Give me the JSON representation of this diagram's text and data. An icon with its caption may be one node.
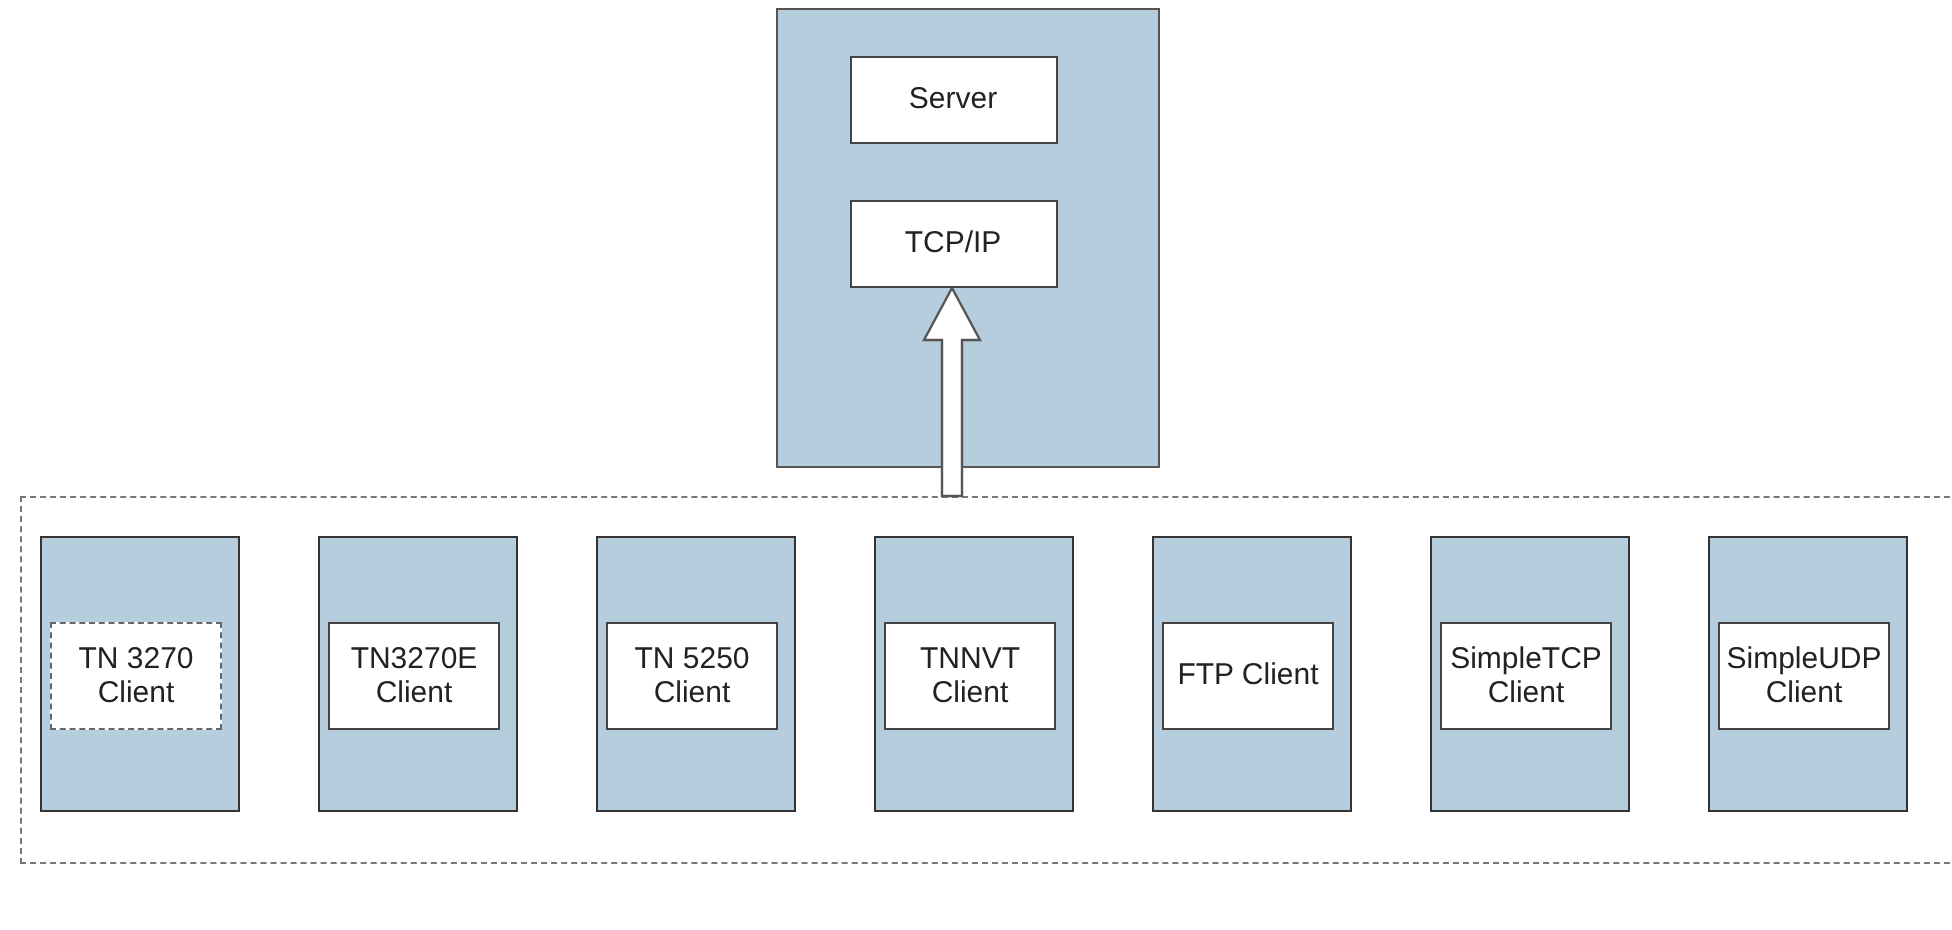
{
  "diagram": {
    "nodes": [
      {
        "text": [],
        "shape": "box"
      },
      {
        "text": [
          "Server"
        ],
        "in": 0
      },
      {
        "text": [
          "TCP/IP"
        ],
        "in": 0
      },
      {
        "text": [],
        "shape": "box"
      },
      {
        "text": [],
        "shape": "box",
        "in": 3
      },
      {
        "text": [
          "TN 3270 Client"
        ],
        "in": 4
      },
      {
        "text": [],
        "shape": "box",
        "in": 3
      },
      {
        "text": [
          "TN3270E Client"
        ],
        "in": 6
      },
      {
        "text": [],
        "shape": "box",
        "in": 3
      },
      {
        "text": [
          "TN 5250 Client"
        ],
        "in": 8
      },
      {
        "text": [],
        "shape": "box",
        "in": 3
      },
      {
        "text": [
          "TNNVT Client"
        ],
        "in": 10
      },
      {
        "text": [],
        "shape": "box",
        "in": 3
      },
      {
        "text": [
          "FTP Client"
        ],
        "in": 12
      },
      {
        "text": [],
        "shape": "box",
        "in": 3
      },
      {
        "text": [
          "SimpleTCP Client"
        ],
        "in": 14
      },
      {
        "text": [],
        "shape": "box",
        "in": 3
      },
      {
        "text": [
          "SimpleUDP Client"
        ],
        "in": 16
      }
    ],
    "edges": [
      {
        "from": 3,
        "to": 2,
        "arrow": "to"
      }
    ]
  }
}
